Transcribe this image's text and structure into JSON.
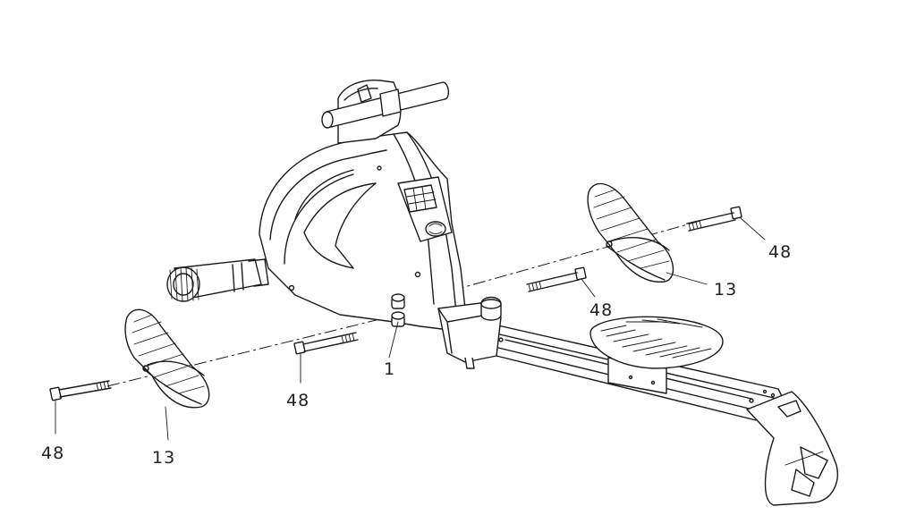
{
  "diagram": {
    "callouts": [
      {
        "id": "bolt-left-outer",
        "text": "48"
      },
      {
        "id": "foot-pedal-left",
        "text": "13"
      },
      {
        "id": "bolt-left-inner",
        "text": "48"
      },
      {
        "id": "frame-part",
        "text": "1"
      },
      {
        "id": "bolt-right-inner",
        "text": "48"
      },
      {
        "id": "foot-pedal-right",
        "text": "13"
      },
      {
        "id": "bolt-right-outer",
        "text": "48"
      }
    ]
  }
}
